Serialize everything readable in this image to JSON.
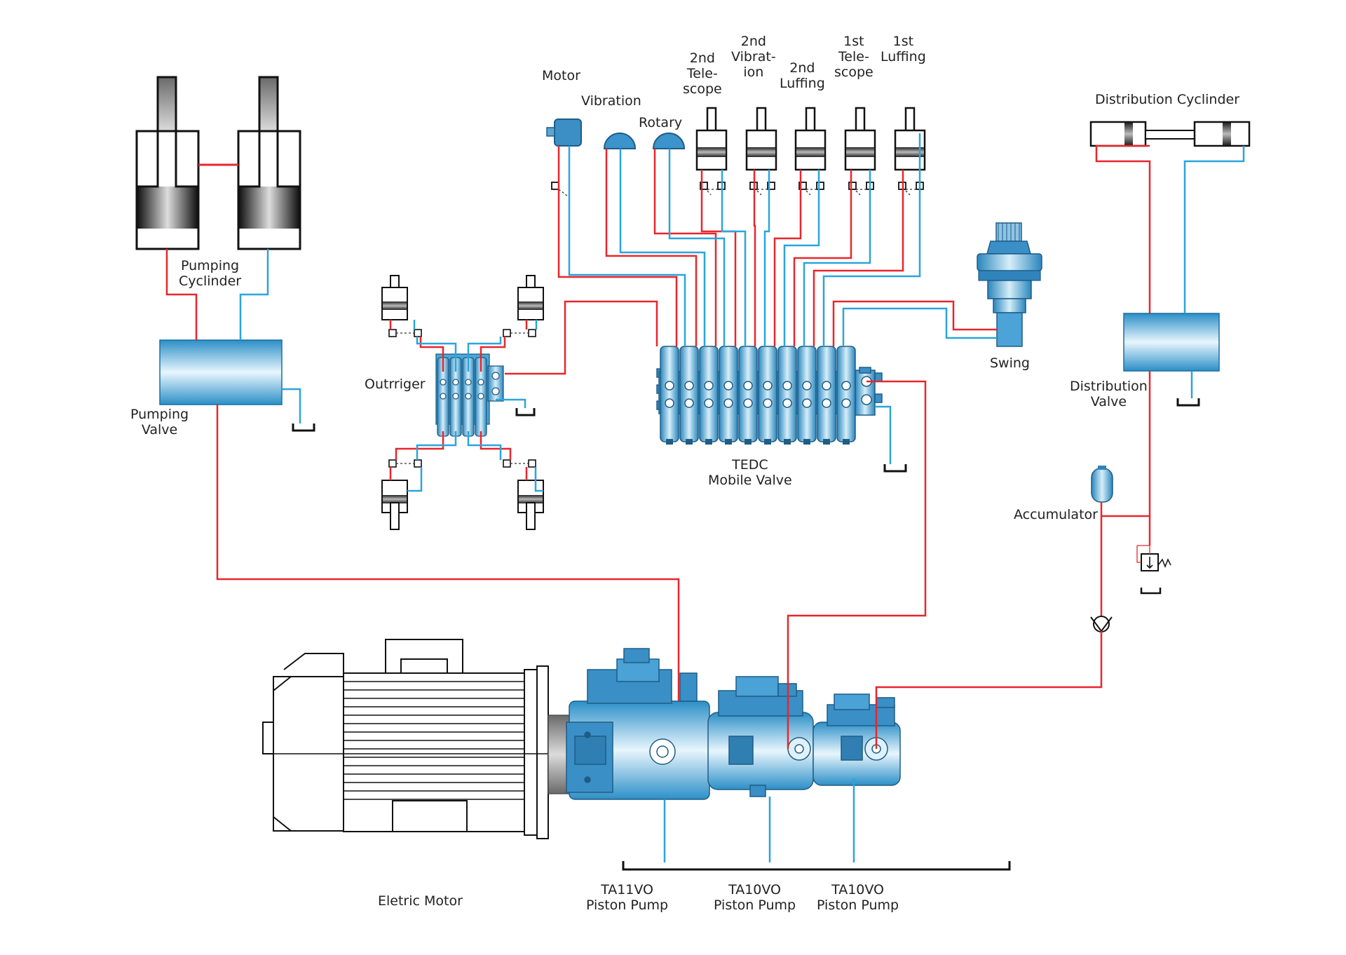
{
  "colors": {
    "pressure_line": "#e8262d",
    "return_line": "#2aa5dc",
    "component_fill": "#4aa8d8",
    "outline": "#1a1a1a"
  },
  "labels": {
    "pumping_cylinder": [
      "Pumping",
      "Cyclinder"
    ],
    "pumping_valve": [
      "Pumping",
      "Valve"
    ],
    "outrigger": "Outrriger",
    "motor": "Motor",
    "vibration": "Vibration",
    "rotary": "Rotary",
    "second_telescope": [
      "2nd",
      "Tele-",
      "scope"
    ],
    "second_vibration": [
      "2nd",
      "Vibrat-",
      "ion"
    ],
    "second_luffing": [
      "2nd",
      "Luffing"
    ],
    "first_telescope": [
      "1st",
      "Tele-",
      "scope"
    ],
    "first_luffing": [
      "1st",
      "Luffing"
    ],
    "distribution_cylinder": "Distribution Cyclinder",
    "swing": "Swing",
    "distribution_valve": [
      "Distribution",
      "Valve"
    ],
    "mobile_valve": [
      "TEDC",
      "Mobile Valve"
    ],
    "accumulator": "Accumulator",
    "electric_motor": "Eletric Motor",
    "pump_1": [
      "TA11VO",
      "Piston Pump"
    ],
    "pump_2": [
      "TA10VO",
      "Piston Pump"
    ],
    "pump_3": [
      "TA10VO",
      "Piston Pump"
    ]
  },
  "icons": {
    "pumping_cylinders": "hydraulic-cylinder-icon",
    "pumping_valve": "valve-block-icon",
    "mobile_valve": "directional-valve-bank-icon",
    "outrigger_valve": "valve-bank-icon",
    "swing": "swing-motor-icon",
    "accumulator": "accumulator-icon",
    "relief_valve": "relief-valve-icon",
    "check_valve": "check-valve-icon",
    "tank": "tank-icon",
    "electric_motor": "electric-motor-icon",
    "pumps": "piston-pump-icon"
  }
}
